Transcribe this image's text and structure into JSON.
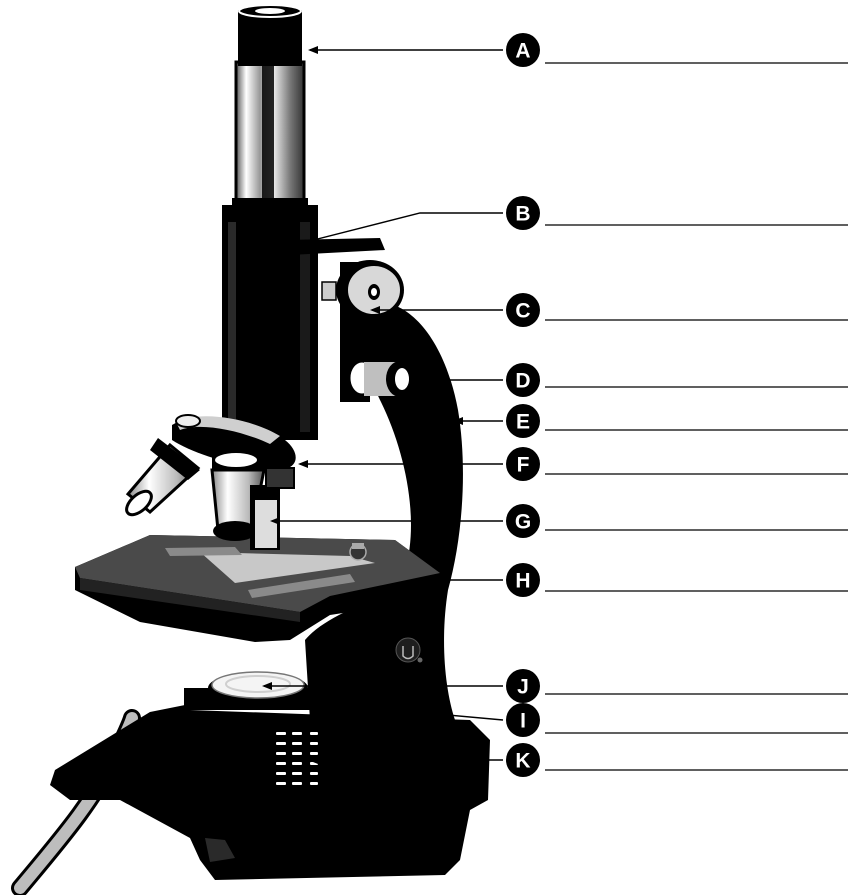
{
  "labels": [
    {
      "letter": "A"
    },
    {
      "letter": "B"
    },
    {
      "letter": "C"
    },
    {
      "letter": "D"
    },
    {
      "letter": "E"
    },
    {
      "letter": "F"
    },
    {
      "letter": "G"
    },
    {
      "letter": "H"
    },
    {
      "letter": "J"
    },
    {
      "letter": "I"
    },
    {
      "letter": "K"
    }
  ],
  "colors": {
    "body": "#000000",
    "metal": "#dcdcdc",
    "stage": "#4a4a4a",
    "line": "#000000"
  }
}
